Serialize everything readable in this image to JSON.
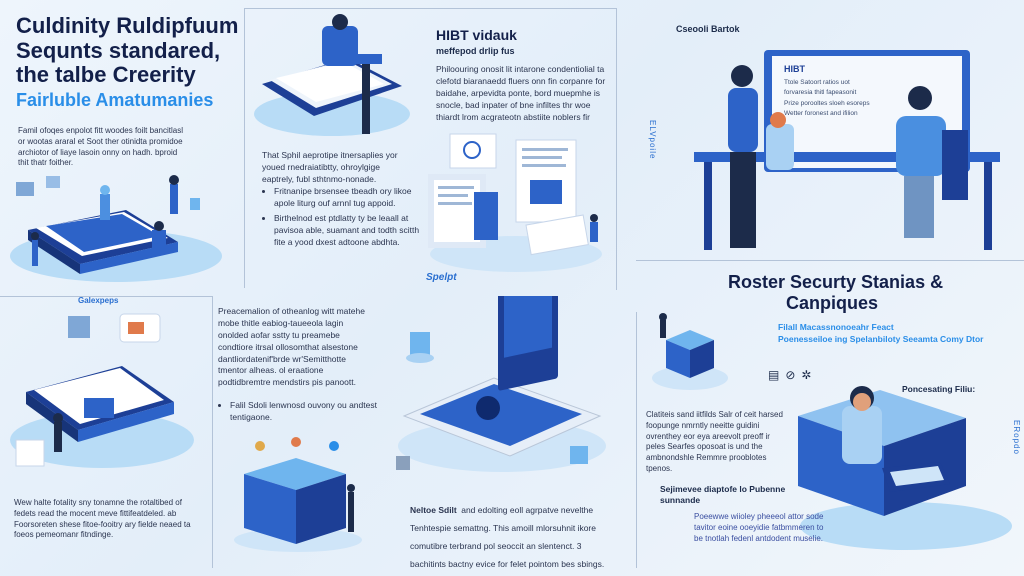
{
  "panel1": {
    "title_lines": [
      "Culdinity Ruldipfuum",
      "Sequnts standared,",
      "the talbe Creerity"
    ],
    "subtitle": "Fairluble Amatumanies",
    "body": "Famil ofoqes enpolot fitt woodes foilt bancitlasl or wootas araral et Soot ther otinidta promidoe archiotor of liaye lasoin onny on hadh. bproid thit thatr foither."
  },
  "panel2": {
    "heading": "HIBT vidauk",
    "subheading": "meffepod drlip fus",
    "body_top": "Philoouring onosit lit intarone condentiolial ta clefotd biaranaedd fluers onn fin corpanre for baidahe, arpevidta ponte, bord muepmhe is snocle, bad inpater of bne infiltes thr woe thiardt lrom acgrateotn abstiite noblers fir",
    "body_lead": "That Sphil aeprotipe itnersaplies yor youed rnedraiatibtty, ohroylgige eaptrely, fubl sthtnmo-nonade.",
    "bullets": [
      "Fritnanipe brsensee tbeadh ory likoe apole liturg ouf arnnl tug appoid.",
      "Birthelnod est ptdlatty ty be leaall at pavisoa able, suamant and todth scitth fite a yood dxest adtoone abdhta."
    ]
  },
  "panel3": {
    "caption": "Cseooli Bartok",
    "screen_heading": "HIBT",
    "screen_lines": [
      "Ttole Satoort ratios uot",
      "forvaresia thitl fapeasonit",
      "Prize porooltes sloeh esoreps",
      "Wetter foronest and ifilion"
    ],
    "vertical_label": "ELVpoile"
  },
  "panel4": {
    "glyph_label": "Galexpeps",
    "body": "Preacemalion of otheanlog witt matehe mobe thitle eabiog-taueeola lagin onolded aofar sstty tu preamebe condtiore itrsal ollosomthat alsestone dantliordatenif'brde wr'Semitthotte tmentor alheas. ol eraatione podtidbremtre mendstirs pis panoott.",
    "bullet": "Falil Sdoli lenwnosd ouvony ou andtest tentigaone."
  },
  "panel5": {
    "logo_text": "Spelpt",
    "footer_title": "Neltoe Sdilt",
    "footer_body": "and edolting eoll agrpatve nevelthe Tenhtespie semattng. This amoill mlorsuhnit ikore comutibre terbrand pol seoccit an slentenct. 3 bachitints bactny evice for felet pointom bes sbings."
  },
  "panel6": {
    "heading_lines": [
      "Roster Securty Stanias &",
      "Canpiques"
    ],
    "sub_lines": [
      "Filall Macassnonoeahr Feact",
      "Poenesseiloe ing Spelanbiloty Seeamta Comy Dtor"
    ],
    "label": "Poncesating Filiu:",
    "body": "Clatiteis sand iitfilds Salr of ceit harsed foopunge nmrntly neeitte guidini ovrenthey eor eya areevolt preoff ir peles Searfes oposoat is und the ambnondshle Remmre prooblotes tpenos.",
    "bold_line": "Sejimevee diaptofe lo Pubenne sunnande",
    "footnote": "Poeewwe wiioley pheeeol attor sode tavitor eoine ooeyidie fatbmmeren to be tnotlah fedenl antdodent muselie.",
    "vertical_label": "ERopdo"
  },
  "panel7": {
    "body": "Wew halte fotality sny tonamne the rotaltibed of fedets read the mocent meve fittifeatdeled. ab Foorsoreten shese fitoe-fooitry ary fielde neaed ta foeos pemeomanr fitndinge."
  },
  "colors": {
    "navy": "#13204a",
    "accent": "#2a8ee8",
    "primary_blue": "#2d63c8",
    "dark_blue": "#1d3f96",
    "light_blue": "#a9d1f3"
  }
}
